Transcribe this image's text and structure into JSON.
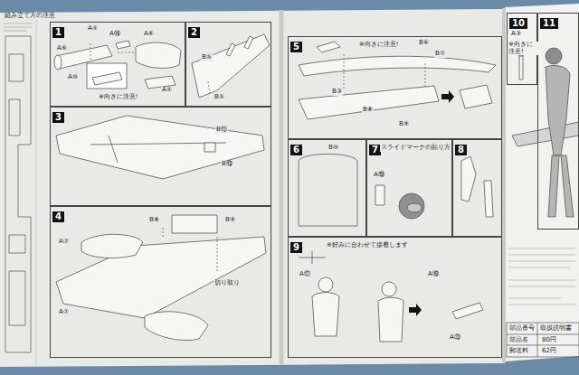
{
  "diagram": {
    "nodes": [
      {
        "text": [
          "1"
        ]
      },
      {
        "text": [
          "2"
        ]
      },
      {
        "text": [
          "3"
        ]
      },
      {
        "text": [
          "4"
        ]
      },
      {
        "text": [
          "5"
        ]
      },
      {
        "text": [
          "6"
        ]
      },
      {
        "text": [
          "7"
        ]
      },
      {
        "text": [
          "8"
        ]
      },
      {
        "text": [
          "9"
        ]
      },
      {
        "text": [
          "10"
        ]
      },
      {
        "text": [
          "11"
        ]
      }
    ],
    "labels": [
      "組み立て方の注意",
      "A⑤",
      "A⑭",
      "A⑥",
      "A⑥",
      "A⑩",
      "※向きに注意!",
      "A④",
      "B⑤",
      "B⑤",
      "B⑪",
      "B⑬",
      "A⑦",
      "B⑧",
      "B⑨",
      "切り取り",
      "A⑦",
      "※向きに注意!",
      "B⑥",
      "B⑦",
      "B⑧",
      "B⑨",
      "B③",
      "B⑩",
      "スライドマークの貼り方",
      "A⑲",
      "※好みに合わせて接着します",
      "A⑰",
      "A⑱",
      "A⑳",
      "A③",
      "※向きに注意!",
      "部品番号",
      "取扱説明書",
      "部品名",
      "80円",
      "郵送料",
      "62円"
    ]
  }
}
